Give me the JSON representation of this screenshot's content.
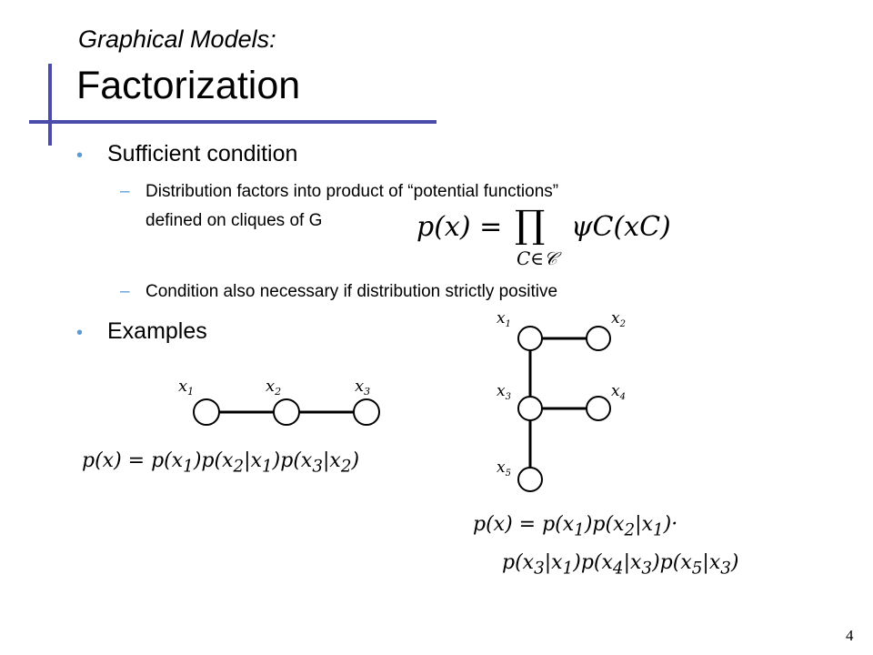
{
  "header": {
    "subtitle": "Graphical Models:",
    "title": "Factorization"
  },
  "bullets": [
    {
      "label": "Sufficient condition"
    },
    {
      "label": "Examples"
    }
  ],
  "sub_items": [
    {
      "line1": "Distribution factors into product of “potential functions”",
      "line2": "defined on cliques of G"
    },
    {
      "line1": "Condition also necessary if distribution strictly positive"
    }
  ],
  "formula_main": {
    "lhs": "p(x) =",
    "prod": "∏",
    "under": "C∈𝒞",
    "rhs": "ψC(xC)"
  },
  "chain_graph": {
    "nodes": [
      "x1",
      "x2",
      "x3"
    ],
    "equation": "p(x) = p(x1)p(x2|x1)p(x3|x2)"
  },
  "tree_graph": {
    "nodes": [
      "x1",
      "x2",
      "x3",
      "x4",
      "x5"
    ],
    "equation_line1": "p(x) = p(x1)p(x2|x1)·",
    "equation_line2": "p(x3|x1)p(x4|x3)p(x5|x3)"
  },
  "page_number": "4",
  "colors": {
    "accent": "#4b4bab",
    "bullet": "#5b9bd5"
  }
}
